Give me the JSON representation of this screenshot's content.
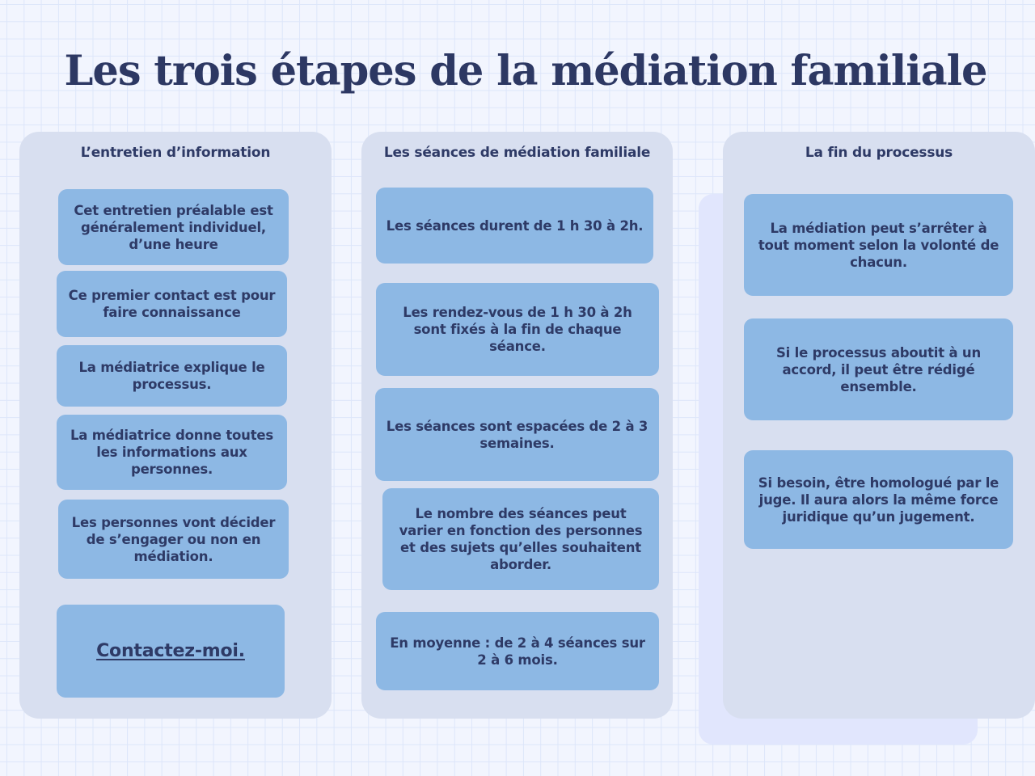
{
  "title": "Les trois étapes de la médiation familiale",
  "colors": {
    "background": "#f2f5fe",
    "grid_line": "#dde6fa",
    "column_bg": "#d8dff0",
    "card_bg": "#8db8e4",
    "text": "#2e3a66",
    "shadow_panel": "#e1e6fd"
  },
  "columns": [
    {
      "title": "L’entretien d’information",
      "cards": [
        "Cet entretien préalable est généralement individuel, d’une heure",
        "Ce premier contact est pour faire connaissance",
        "La médiatrice explique le processus.",
        "La médiatrice donne toutes les informations aux personnes.",
        "Les personnes vont décider de s’engager ou non en médiation."
      ],
      "contact_link": "Contactez-moi."
    },
    {
      "title": "Les séances de médiation familiale",
      "cards": [
        "Les séances durent de 1 h 30 à 2h.",
        "Les rendez-vous de 1 h 30 à 2h sont fixés à la fin de chaque séance.",
        "Les séances sont espacées de 2 à 3 semaines.",
        "Le nombre des séances peut varier en fonction des personnes et des sujets qu’elles souhaitent aborder.",
        "En moyenne : de 2 à 4 séances sur 2 à 6 mois."
      ]
    },
    {
      "title": "La fin du processus",
      "cards": [
        "La médiation peut s’arrêter à tout moment selon la volonté de chacun.",
        "Si le processus aboutit à un accord, il peut être rédigé ensemble.",
        "Si besoin, être homologué par le juge. Il aura alors la même force juridique qu’un jugement."
      ]
    }
  ]
}
